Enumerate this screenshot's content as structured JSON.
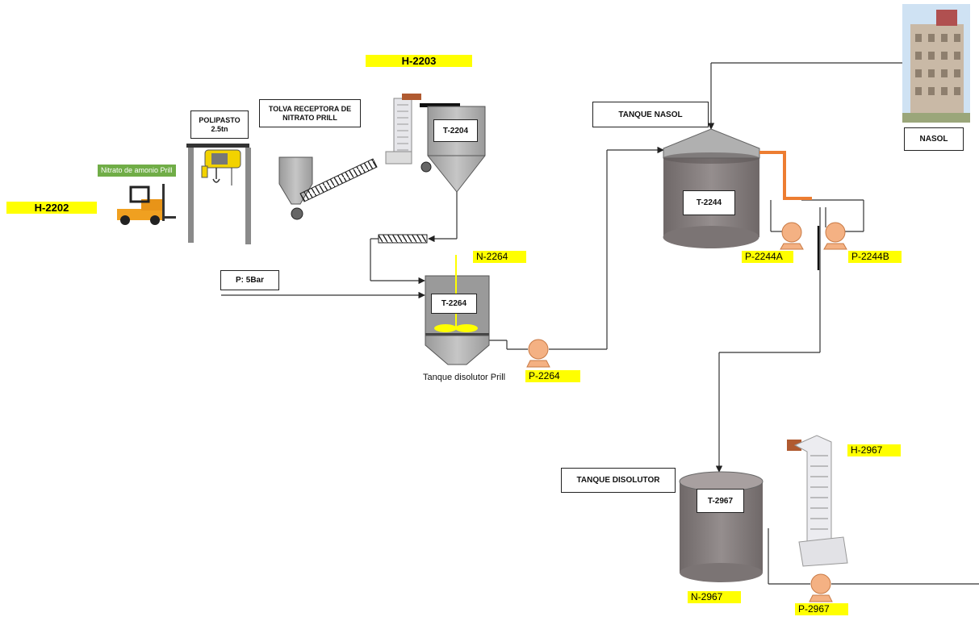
{
  "tags": {
    "h2202": "H-2202",
    "h2203": "H-2203",
    "n2264": "N-2264",
    "p2264": "P-2264",
    "p2244a": "P-2244A",
    "p2244b": "P-2244B",
    "h2967": "H-2967",
    "n2967": "N-2967",
    "p2967": "P-2967"
  },
  "boxes": {
    "polipasto": "POLIPASTO 2.5tn",
    "tolva": "TOLVA RECEPTORA DE NITRATO PRILL",
    "t2204": "T-2204",
    "presion": "P: 5Bar",
    "t2264": "T-2264",
    "tanque_nasol": "TANQUE  NASOL",
    "t2244": "T-2244",
    "nasol": "NASOL",
    "tanque_disolutor": "TANQUE DISOLUTOR",
    "t2967": "T-2967"
  },
  "labels": {
    "nitrato": "Nitrato de amonio Prill",
    "disolutor_prill": "Tanque disolutor Prill"
  },
  "colors": {
    "tag_yellow": "#ffff00",
    "tank_gray": "#8c8484",
    "pump_salmon": "#f4b183",
    "hot_line_orange": "#ed7d31",
    "label_green": "#70ad47"
  }
}
